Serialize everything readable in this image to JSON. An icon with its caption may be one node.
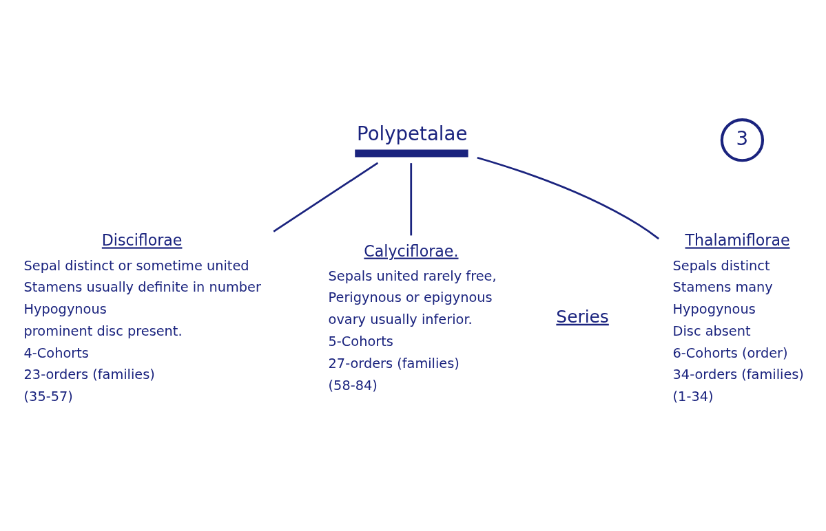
{
  "diagram": {
    "nodes": [
      {
        "text": [
          "Polypetalae"
        ]
      },
      {
        "text": [
          "Thalamiflorae",
          "Sepals distinct",
          "Stamens many",
          "Hypogynous",
          "Disc absent",
          "6-Cohorts (order)",
          "34-orders (families)",
          "(1-34)"
        ]
      },
      {
        "text": [
          "Disciflorae",
          "Sepal distinct or sometime united",
          "Stamens usually definite in number",
          "Hypogynous",
          "prominent disc present.",
          "4-Cohorts",
          "23-orders (families)",
          "(35-57)"
        ]
      },
      {
        "text": [
          "Calyciflorae.",
          "Sepals united rarely free,",
          "Perigynous or epigynous",
          "ovary usually inferior.",
          "5-Cohorts",
          "27-orders (families)",
          "(58-84)"
        ]
      }
    ],
    "edges": [
      {
        "from": 0,
        "to": 1,
        "arrow": "none"
      },
      {
        "from": 0,
        "to": 2,
        "arrow": "none"
      },
      {
        "from": 0,
        "to": 3,
        "arrow": "none"
      }
    ],
    "labels": [
      "3",
      "Series"
    ]
  }
}
